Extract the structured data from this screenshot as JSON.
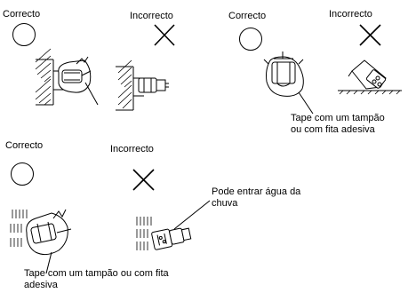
{
  "labels": {
    "correct": "Correcto",
    "incorrect": "Incorrecto"
  },
  "notes": {
    "tape_right": "Tape com um tampão ou com fita adesiva",
    "tape_bottom": "Tape com um tampão ou com fita adesiva",
    "rain": "Pode entrar água da chuva"
  },
  "colors": {
    "ink": "#000000",
    "background": "#ffffff"
  },
  "icons": [
    "correct-circle-icon",
    "incorrect-cross-icon"
  ]
}
